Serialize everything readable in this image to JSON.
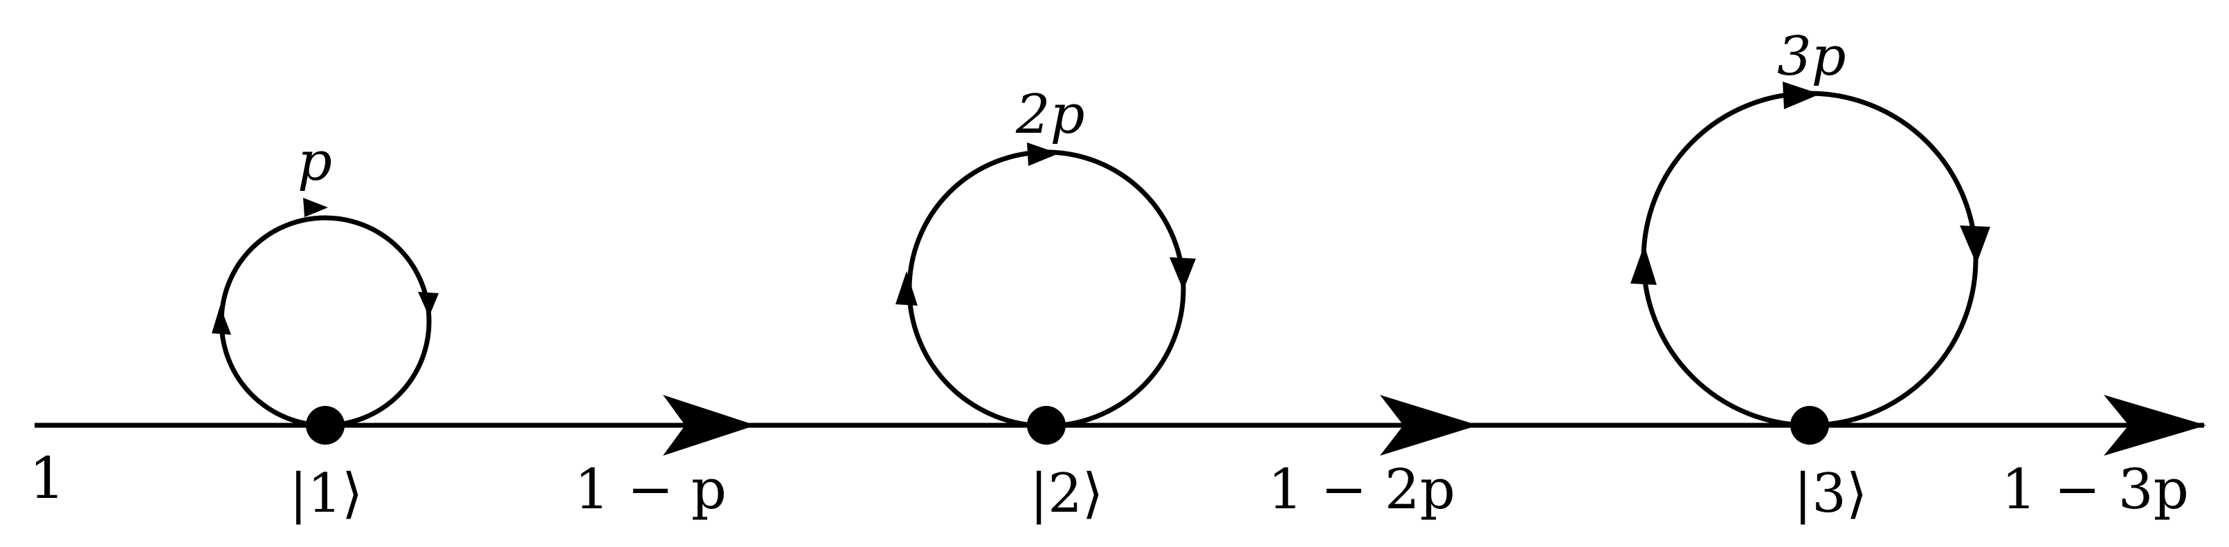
{
  "diagram": {
    "input_label": "1",
    "stages": [
      {
        "state": "|1⟩",
        "loop_label": "p",
        "output_label": "1 − p"
      },
      {
        "state": "|2⟩",
        "loop_label": "2p",
        "output_label": "1 − 2p"
      },
      {
        "state": "|3⟩",
        "loop_label": "3p",
        "output_label": "1 − 3p"
      }
    ],
    "colors": {
      "stroke": "#000000",
      "background": "#ffffff"
    }
  }
}
